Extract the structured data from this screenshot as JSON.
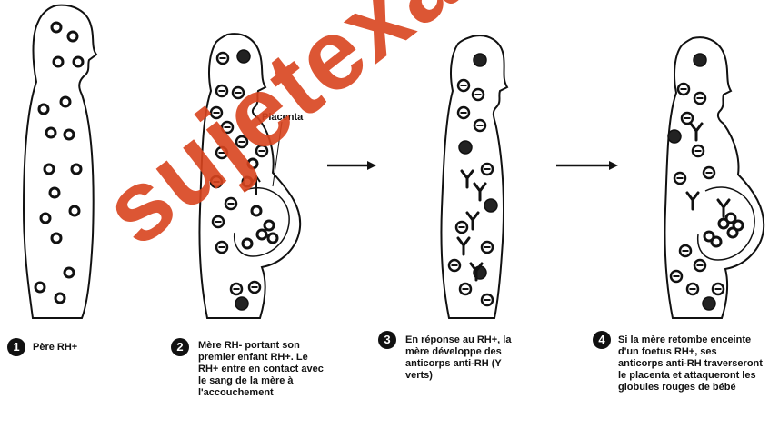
{
  "placenta_label": "Placenta",
  "steps": [
    {
      "num": "1",
      "text": "Père RH+"
    },
    {
      "num": "2",
      "text": "Mère RH- portant son premier enfant RH+. Le RH+ entre en contact avec le sang de la mère à l'accouchement"
    },
    {
      "num": "3",
      "text": "En réponse au RH+, la mère développe des anticorps anti-RH (Y verts)"
    },
    {
      "num": "4",
      "text": "Si la mère retombe enceinte d'un foetus RH+, ses anticorps anti-RH traverseront le placenta et attaqueront les globules rouges de bébé"
    }
  ],
  "watermark": "sujetexa.com",
  "colors": {
    "watermark": "#d9441f",
    "ink": "#111111"
  }
}
